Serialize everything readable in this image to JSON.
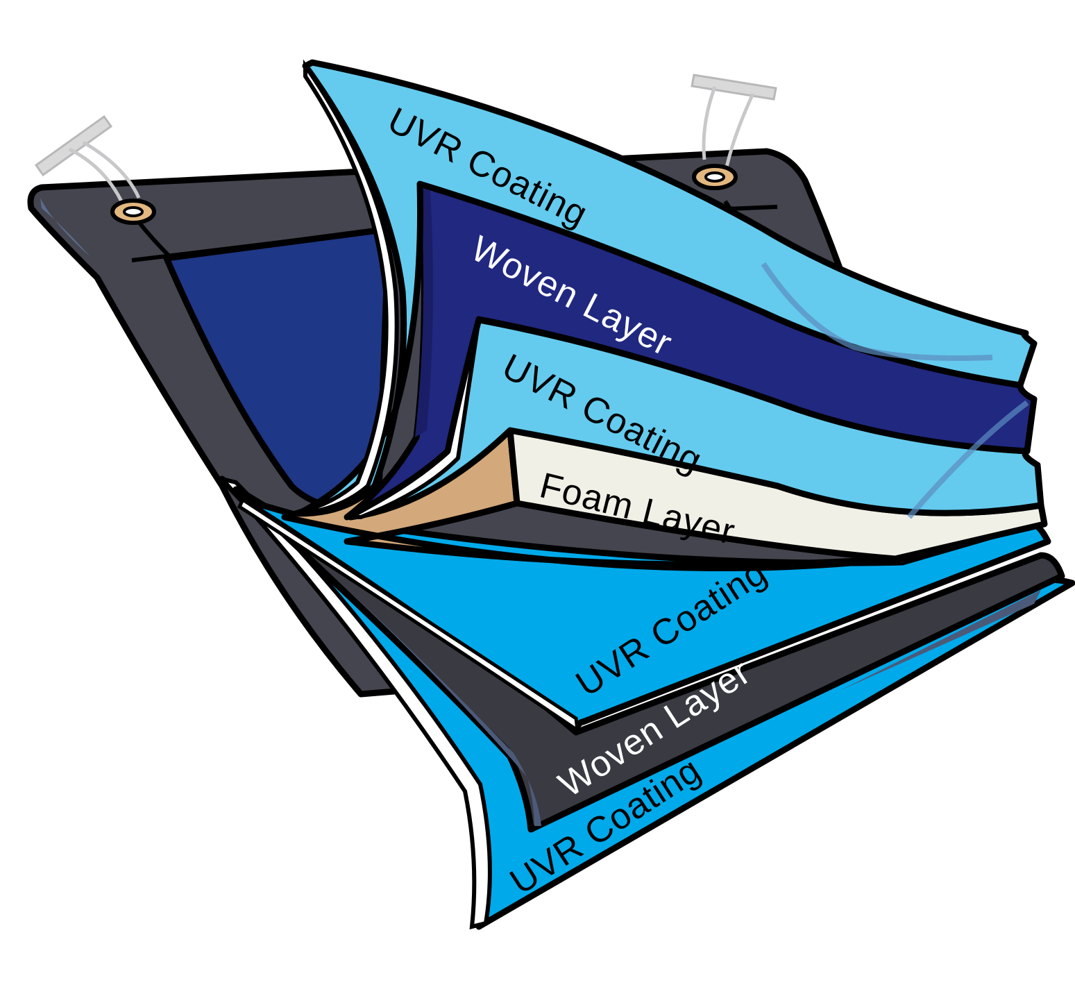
{
  "diagram": {
    "layers": [
      {
        "label": "UVR Coating",
        "color": "#64CBEE",
        "text_color": "#000000"
      },
      {
        "label": "Woven Layer",
        "color": "#212880",
        "text_color": "#FFFFFF"
      },
      {
        "label": "UVR Coating",
        "color": "#64CBEE",
        "text_color": "#000000"
      },
      {
        "label": "Foam Layer",
        "color": "#F0F0E6",
        "text_color": "#000000"
      },
      {
        "label": "UVR Coating",
        "color": "#00AAEA",
        "text_color": "#000000"
      },
      {
        "label": "Woven Layer",
        "color": "#393A42",
        "text_color": "#FFFFFF"
      },
      {
        "label": "UVR Coating",
        "color": "#00AAEA",
        "text_color": "#000000"
      }
    ],
    "colors": {
      "back_sheet_frame": "#44454E",
      "back_sheet_panel": "#1E3786",
      "foam_edge": "#D3A87A",
      "grommet": "#E3B77E",
      "clip": "#D9D9DA"
    }
  }
}
